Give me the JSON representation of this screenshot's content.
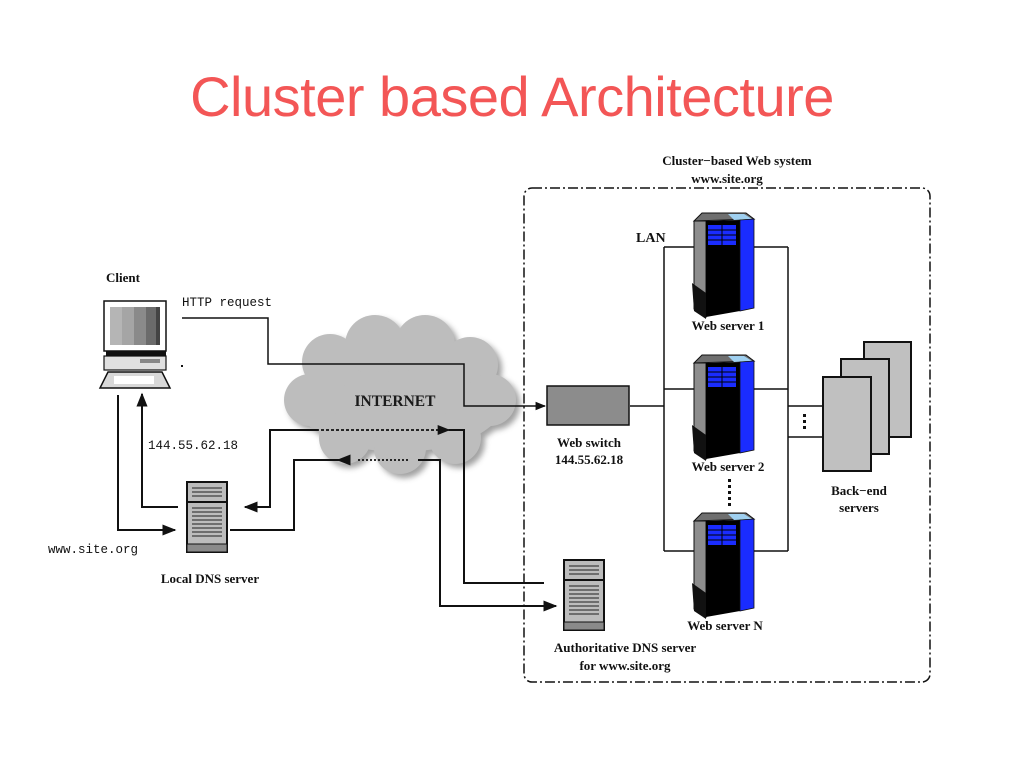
{
  "slide": {
    "title": "Cluster based Architecture"
  },
  "diagram": {
    "cluster_box": {
      "title_line1": "Cluster−based Web system",
      "title_line2": "www.site.org"
    },
    "lan_label": "LAN",
    "client": {
      "label": "Client",
      "http_request_label": "HTTP request",
      "ip_label": "144.55.62.18",
      "query_label": "www.site.org"
    },
    "local_dns": {
      "label": "Local DNS server"
    },
    "internet": {
      "label": "INTERNET"
    },
    "web_switch": {
      "label_line1": "Web switch",
      "label_line2": "144.55.62.18"
    },
    "web_servers": [
      {
        "label": "Web server 1"
      },
      {
        "label": "Web server 2"
      },
      {
        "label": "Web server N"
      }
    ],
    "backend": {
      "label_line1": "Back−end",
      "label_line2": "servers"
    },
    "auth_dns": {
      "label_line1": "Authoritative DNS server",
      "label_line2": "for www.site.org"
    },
    "colors": {
      "title": "#f35656",
      "server_blue": "#1a2cff",
      "server_light_blue": "#9fd0f0",
      "cloud": "#bdbdbd",
      "switch": "#8c8c8c",
      "backend": "#c0c0c0"
    }
  }
}
